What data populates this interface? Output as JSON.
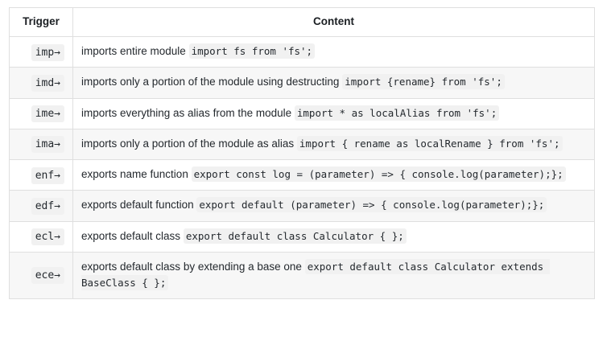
{
  "table": {
    "headers": {
      "trigger": "Trigger",
      "content": "Content"
    },
    "colors": {
      "border": "#dfdfdf",
      "zebra_stripe": "#f7f7f7",
      "code_background": "#f1f1f1",
      "text": "#24292e",
      "page_background": "#ffffff"
    },
    "rows": [
      {
        "trigger": "imp→",
        "description": "imports entire module ",
        "code": "import fs from 'fs';"
      },
      {
        "trigger": "imd→",
        "description": "imports only a portion of the module using destructing ",
        "code": "import {rename} from 'fs';"
      },
      {
        "trigger": "ime→",
        "description": "imports everything as alias from the module ",
        "code": "import * as localAlias from 'fs';"
      },
      {
        "trigger": "ima→",
        "description": "imports only a portion of the module as alias ",
        "code": "import { rename as localRename } from 'fs';"
      },
      {
        "trigger": "enf→",
        "description": "exports name function ",
        "code": "export const log = (parameter) => { console.log(parameter);};"
      },
      {
        "trigger": "edf→",
        "description": "exports default function ",
        "code": "export default (parameter) => { console.log(parameter);};"
      },
      {
        "trigger": "ecl→",
        "description": "exports default class ",
        "code": "export default class Calculator { };"
      },
      {
        "trigger": "ece→",
        "description": "exports default class by extending a base one ",
        "code": "export default class Calculator extends BaseClass { };"
      }
    ]
  }
}
